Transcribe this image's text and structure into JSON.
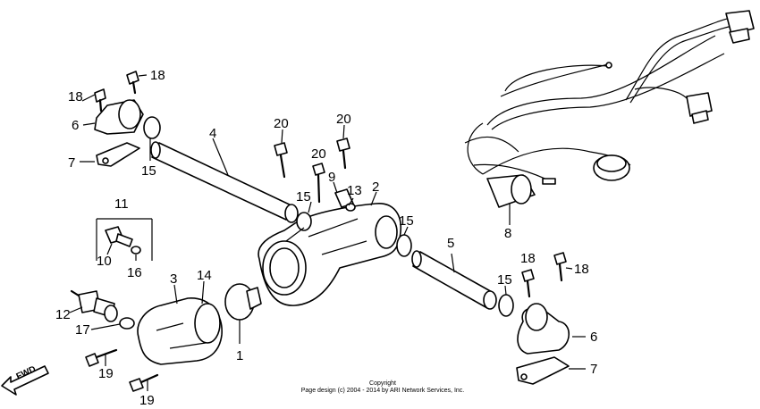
{
  "labels": [
    {
      "text": "18"
    },
    {
      "text": "18"
    },
    {
      "text": "6"
    },
    {
      "text": "7"
    },
    {
      "text": "15"
    },
    {
      "text": "4"
    },
    {
      "text": "20"
    },
    {
      "text": "20"
    },
    {
      "text": "20"
    },
    {
      "text": "9"
    },
    {
      "text": "15"
    },
    {
      "text": "13"
    },
    {
      "text": "2"
    },
    {
      "text": "15"
    },
    {
      "text": "11"
    },
    {
      "text": "10"
    },
    {
      "text": "16"
    },
    {
      "text": "3"
    },
    {
      "text": "14"
    },
    {
      "text": "12"
    },
    {
      "text": "17"
    },
    {
      "text": "19"
    },
    {
      "text": "19"
    },
    {
      "text": "1"
    },
    {
      "text": "5"
    },
    {
      "text": "18"
    },
    {
      "text": "18"
    },
    {
      "text": "15"
    },
    {
      "text": "6"
    },
    {
      "text": "7"
    },
    {
      "text": "8"
    }
  ],
  "fwd": "FWD",
  "copyright": {
    "line1": "Copyright",
    "line2": "Page design (c) 2004 - 2014 by ARI Network Services, Inc."
  }
}
